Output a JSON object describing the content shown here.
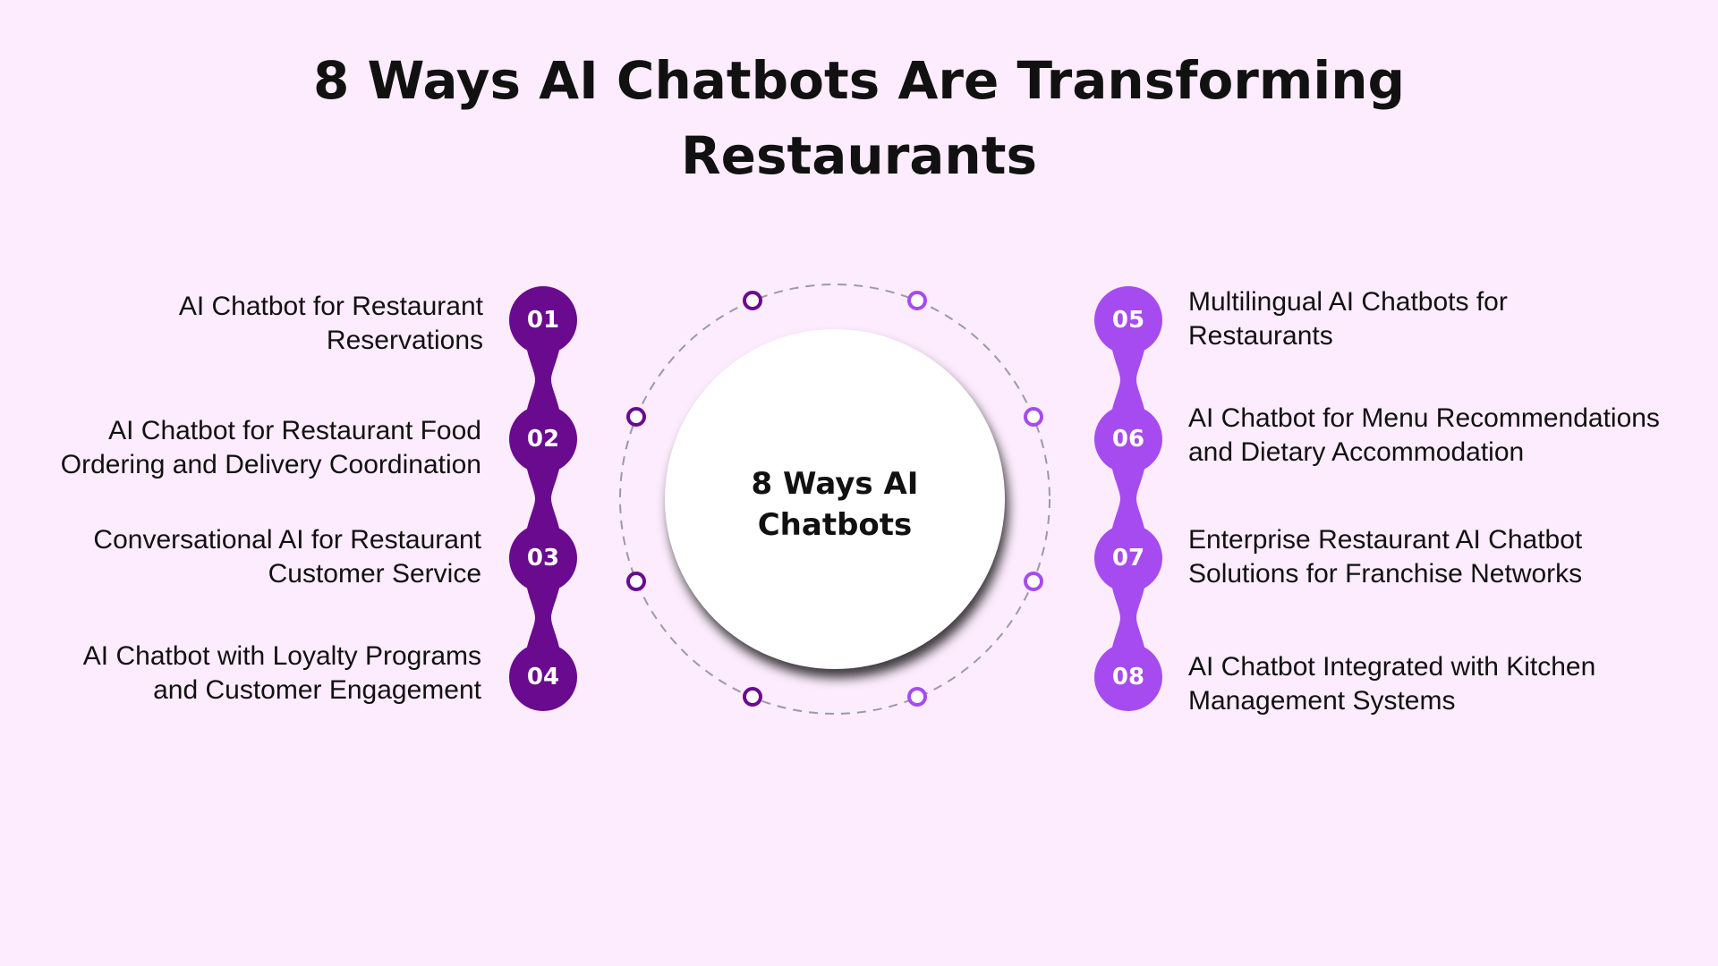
{
  "title": "8 Ways AI Chatbots Are Transforming Restaurants",
  "center_label": "8 Ways AI Chatbots",
  "colors": {
    "background": "#fcecfd",
    "left_chain": "#6a0a8e",
    "right_chain": "#a64bf0",
    "ring_dash": "#9a9aa8"
  },
  "items": [
    {
      "number": "01",
      "label": "AI Chatbot for Restaurant Reservations"
    },
    {
      "number": "02",
      "label": "AI Chatbot for Restaurant Food Ordering and Delivery Coordination"
    },
    {
      "number": "03",
      "label": "Conversational AI for Restaurant Customer Service"
    },
    {
      "number": "04",
      "label": "AI Chatbot with Loyalty Programs and Customer Engagement"
    },
    {
      "number": "05",
      "label": "Multilingual AI Chatbots for Restaurants"
    },
    {
      "number": "06",
      "label": "AI Chatbot for Menu Recommendations and Dietary Accommodation"
    },
    {
      "number": "07",
      "label": "Enterprise Restaurant AI Chatbot Solutions for Franchise Networks"
    },
    {
      "number": "08",
      "label": "AI Chatbot Integrated with Kitchen Management Systems"
    }
  ]
}
